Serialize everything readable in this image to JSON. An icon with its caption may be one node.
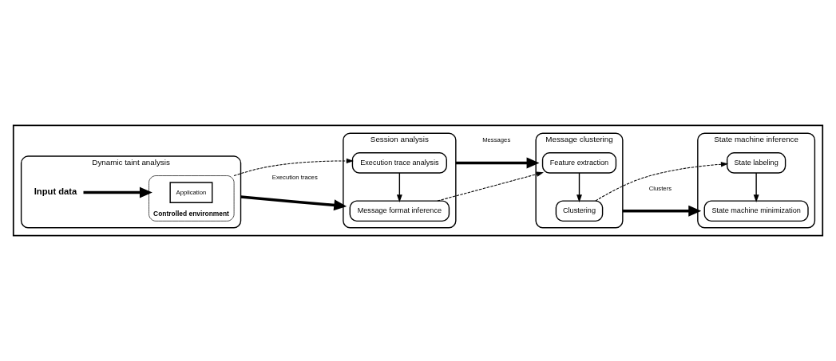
{
  "diagram": {
    "nodes": [
      {
        "text": [],
        "shape": "box"
      },
      {
        "text": [
          "Dynamic taint analysis"
        ],
        "in": 0
      },
      {
        "text": [
          "Input data"
        ],
        "in": 1
      },
      {
        "text": [
          "Controlled environment"
        ],
        "in": 1
      },
      {
        "text": [
          "Application"
        ],
        "in": 3
      },
      {
        "text": [
          "Session analysis"
        ],
        "in": 0
      },
      {
        "text": [
          "Message format inference"
        ],
        "in": 5
      },
      {
        "text": [
          "Execution trace analysis"
        ],
        "in": 5
      },
      {
        "text": [
          "Message clustering"
        ],
        "in": 0
      },
      {
        "text": [
          "Feature extraction"
        ],
        "in": 8
      },
      {
        "text": [
          "Clustering"
        ],
        "in": 8
      },
      {
        "text": [
          "State machine inference"
        ],
        "in": 0
      },
      {
        "text": [
          "State machine minimization"
        ],
        "in": 11
      },
      {
        "text": [
          "State labeling"
        ],
        "in": 11
      }
    ],
    "edges": [
      {
        "from": 2,
        "to": 3,
        "arrow": "to",
        "style": "thick"
      },
      {
        "from": 1,
        "to": 5,
        "arrow": "to",
        "style": "thick",
        "label": "Execution traces"
      },
      {
        "from": 3,
        "to": 7,
        "arrow": "to",
        "style": "dashed"
      },
      {
        "from": 7,
        "to": 6,
        "arrow": "to"
      },
      {
        "from": 6,
        "to": 9,
        "arrow": "to",
        "style": "dashed"
      },
      {
        "from": 5,
        "to": 8,
        "arrow": "to",
        "style": "thick",
        "label": "Messages"
      },
      {
        "from": 9,
        "to": 10,
        "arrow": "to"
      },
      {
        "from": 8,
        "to": 11,
        "arrow": "to",
        "style": "thick",
        "label": "Clusters"
      },
      {
        "from": 10,
        "to": 13,
        "arrow": "to",
        "style": "dashed"
      },
      {
        "from": 13,
        "to": 12,
        "arrow": "to"
      }
    ]
  }
}
